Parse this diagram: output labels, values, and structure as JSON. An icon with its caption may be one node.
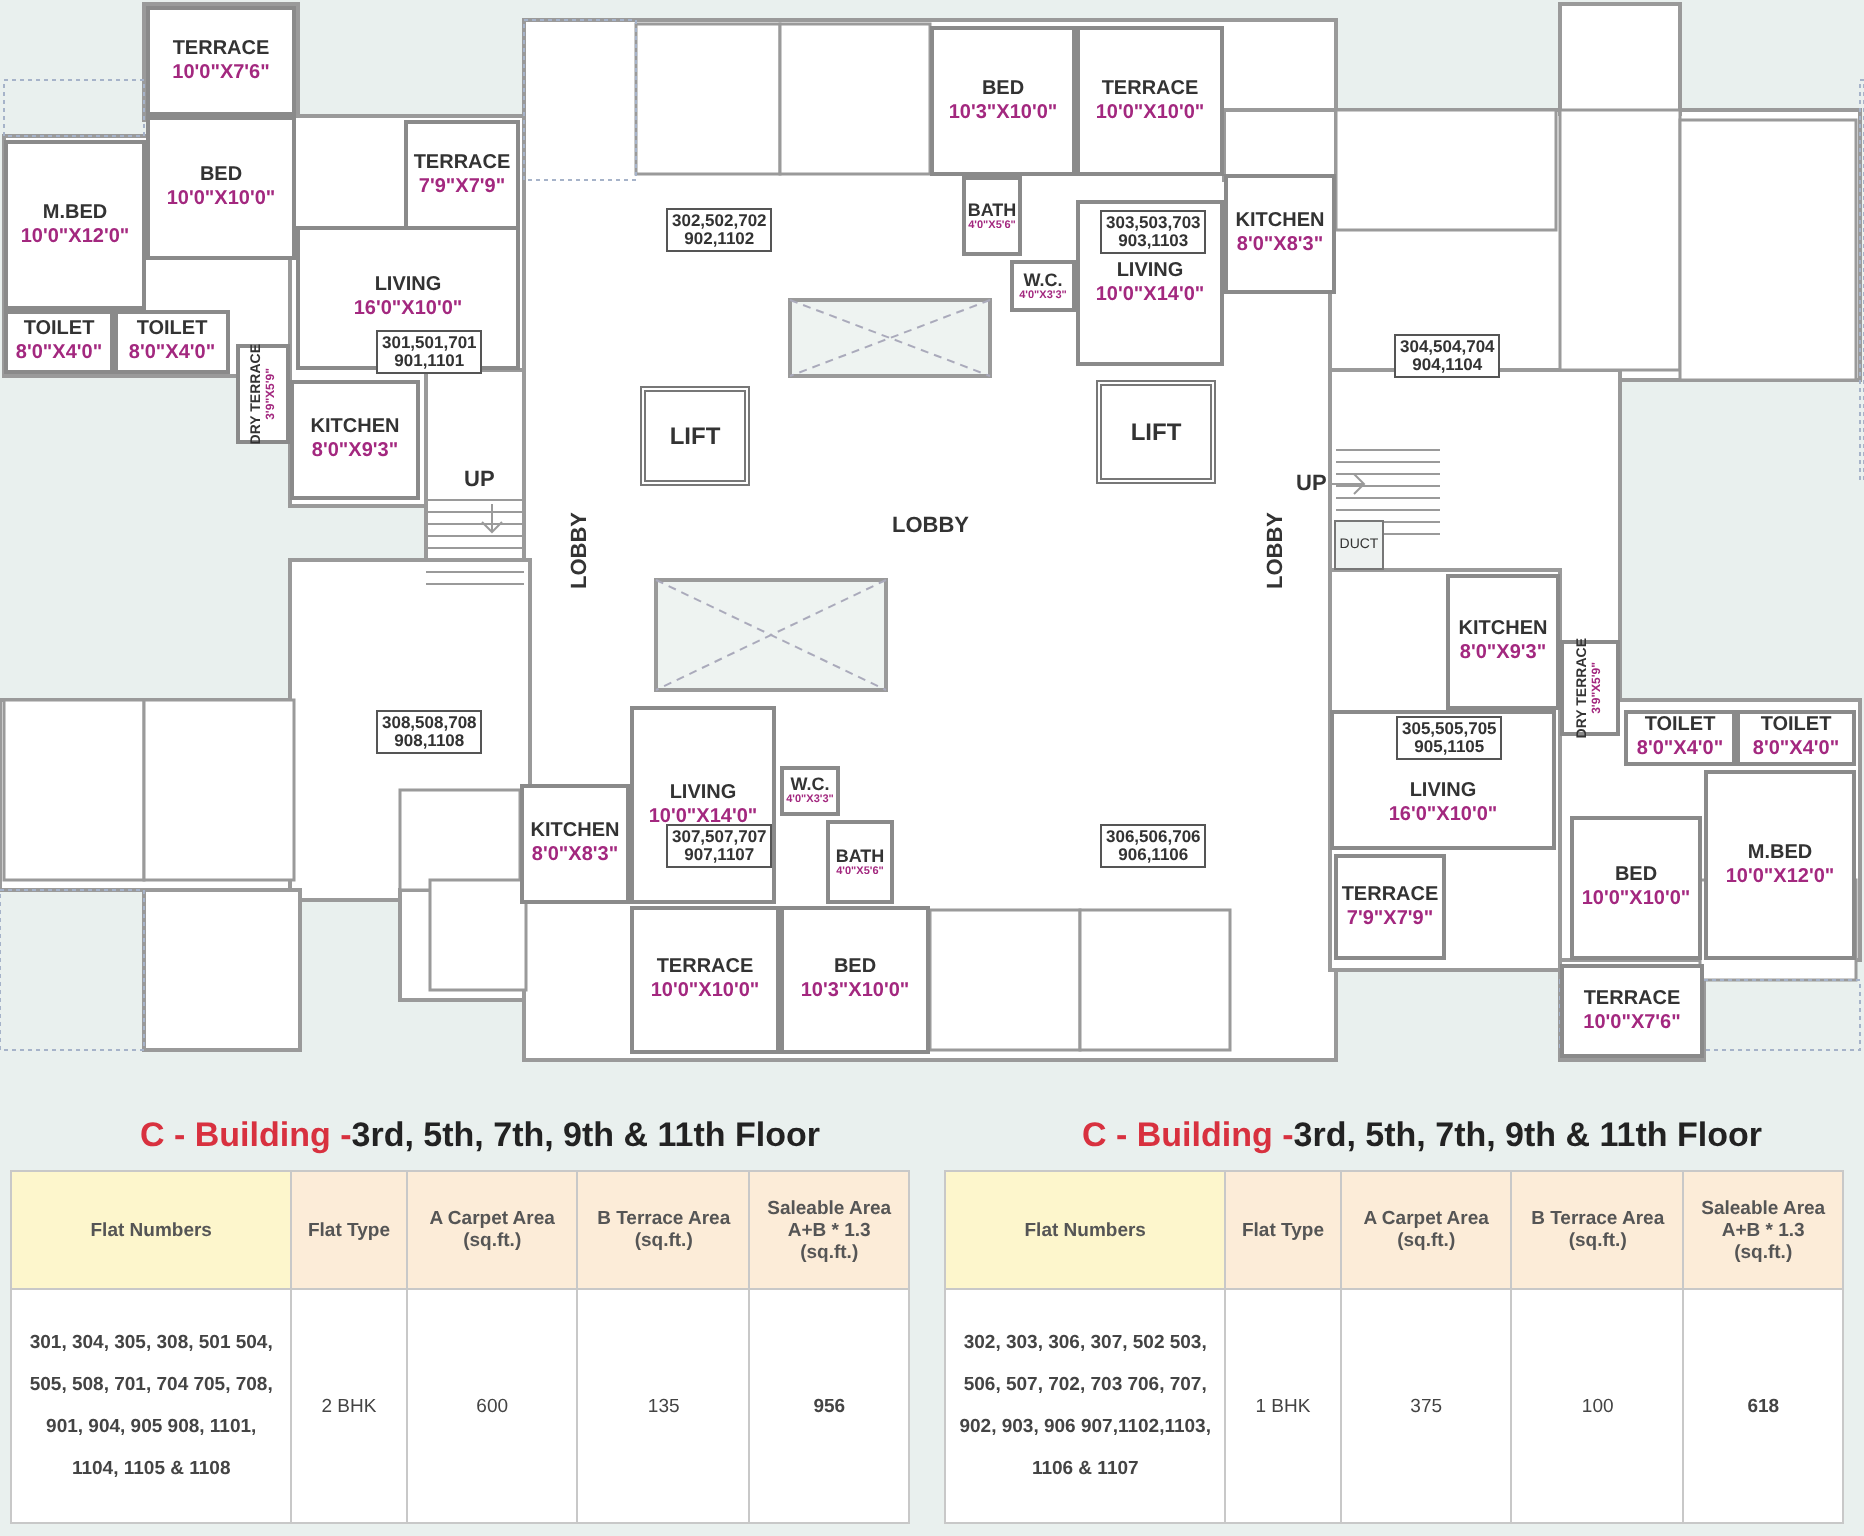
{
  "diagram": {
    "nodes": [
      {
        "text": [
          "TERRACE",
          "10'0\"X7'6\""
        ]
      },
      {
        "text": [
          "BED",
          "10'3\"X10'0\""
        ]
      },
      {
        "text": [
          "TERRACE",
          "10'0\"X10'0\""
        ]
      },
      {
        "text": [
          "BED",
          "10'0\"X10'0\""
        ]
      },
      {
        "text": [
          "TERRACE",
          "7'9\"X7'9\""
        ]
      },
      {
        "text": [
          "M.BED",
          "10'0\"X12'0\""
        ]
      },
      {
        "text": [
          "BATH",
          "4'0\"X5'6\""
        ]
      },
      {
        "text": [
          "KITCHEN",
          "8'0\"X8'3\""
        ]
      },
      {
        "text": [
          "302,502,702 902,1102"
        ]
      },
      {
        "text": [
          "LIVING",
          "10'0\"X14'0\""
        ]
      },
      {
        "text": [
          "303,503,703 903,1103"
        ],
        "in": 9
      },
      {
        "text": [
          "LIVING",
          "16'0\"X10'0\""
        ]
      },
      {
        "text": [
          "301,501,701 901,1101"
        ],
        "in": 11
      },
      {
        "text": [
          "W.C.",
          "4'0\"X3'3\""
        ]
      },
      {
        "text": [
          "TOILET",
          "8'0\"X4'0\""
        ]
      },
      {
        "text": [
          "TOILET",
          "8'0\"X4'0\""
        ]
      },
      {
        "text": [
          "304,504,704 904,1104"
        ]
      },
      {
        "text": [
          "DRY TERRACE",
          "3'9\"X5'9\""
        ]
      },
      {
        "text": [
          "KITCHEN",
          "8'0\"X9'3\""
        ]
      },
      {
        "text": [
          "LIFT"
        ]
      },
      {
        "text": [
          "LIFT"
        ]
      },
      {
        "text": [
          "DUCT"
        ]
      },
      {
        "text": [
          "KITCHEN",
          "8'0\"X9'3\""
        ]
      },
      {
        "text": [
          "DRY TERRACE",
          "3'9\"X5'9\""
        ]
      },
      {
        "text": [
          "LIVING",
          "16'0\"X10'0\""
        ]
      },
      {
        "text": [
          "305,505,705 905,1105"
        ],
        "in": 24
      },
      {
        "text": [
          "TOILET",
          "8'0\"X4'0\""
        ]
      },
      {
        "text": [
          "TOILET",
          "8'0\"X4'0\""
        ]
      },
      {
        "text": [
          "308,508,708 908,1108"
        ]
      },
      {
        "text": [
          "LIVING",
          "10'0\"X14'0\""
        ]
      },
      {
        "text": [
          "307,507,707 907,1107"
        ],
        "in": 29
      },
      {
        "text": [
          "M.BED",
          "10'0\"X12'0\""
        ]
      },
      {
        "text": [
          "W.C.",
          "4'0\"X3'3\""
        ]
      },
      {
        "text": [
          "KITCHEN",
          "8'0\"X8'3\""
        ]
      },
      {
        "text": [
          "BED",
          "10'0\"X10'0\""
        ]
      },
      {
        "text": [
          "BATH",
          "4'0\"X5'6\""
        ]
      },
      {
        "text": [
          "306,506,706 906,1106"
        ]
      },
      {
        "text": [
          "TERRACE",
          "7'9\"X7'9\""
        ]
      },
      {
        "text": [
          "TERRACE",
          "10'0\"X10'0\""
        ]
      },
      {
        "text": [
          "BED",
          "10'3\"X10'0\""
        ]
      },
      {
        "text": [
          "TERRACE",
          "10'0\"X7'6\""
        ]
      }
    ],
    "edges": [],
    "labels": [
      "UP",
      "UP",
      "LOBBY",
      "LOBBY",
      "LOBBY",
      "C - Building -",
      "3rd, 5th, 7th, 9th & 11th Floor",
      "C - Building -",
      "3rd, 5th, 7th, 9th & 11th Floor",
      "Flat Numbers",
      "Flat Type",
      "A Carpet Area (sq.ft.)",
      "B Terrace Area (sq.ft.)",
      "Saleable Area A+B * 1.3 (sq.ft.)",
      "301, 304, 305, 308, 501 504, 505, 508, 701, 704 705, 708, 901, 904, 905 908, 1101, 1104, 1105 & 1108",
      "2 BHK",
      "600",
      "135",
      "956",
      "Flat Numbers",
      "Flat Type",
      "A Carpet Area (sq.ft.)",
      "B Terrace Area (sq.ft.)",
      "Saleable Area A+B * 1.3 (sq.ft.)",
      "302, 303, 306, 307, 502 503, 506, 507, 702, 703 706, 707, 902, 903, 906 907,1102,1103, 1106 & 1107",
      "1 BHK",
      "375",
      "100",
      "618"
    ]
  }
}
